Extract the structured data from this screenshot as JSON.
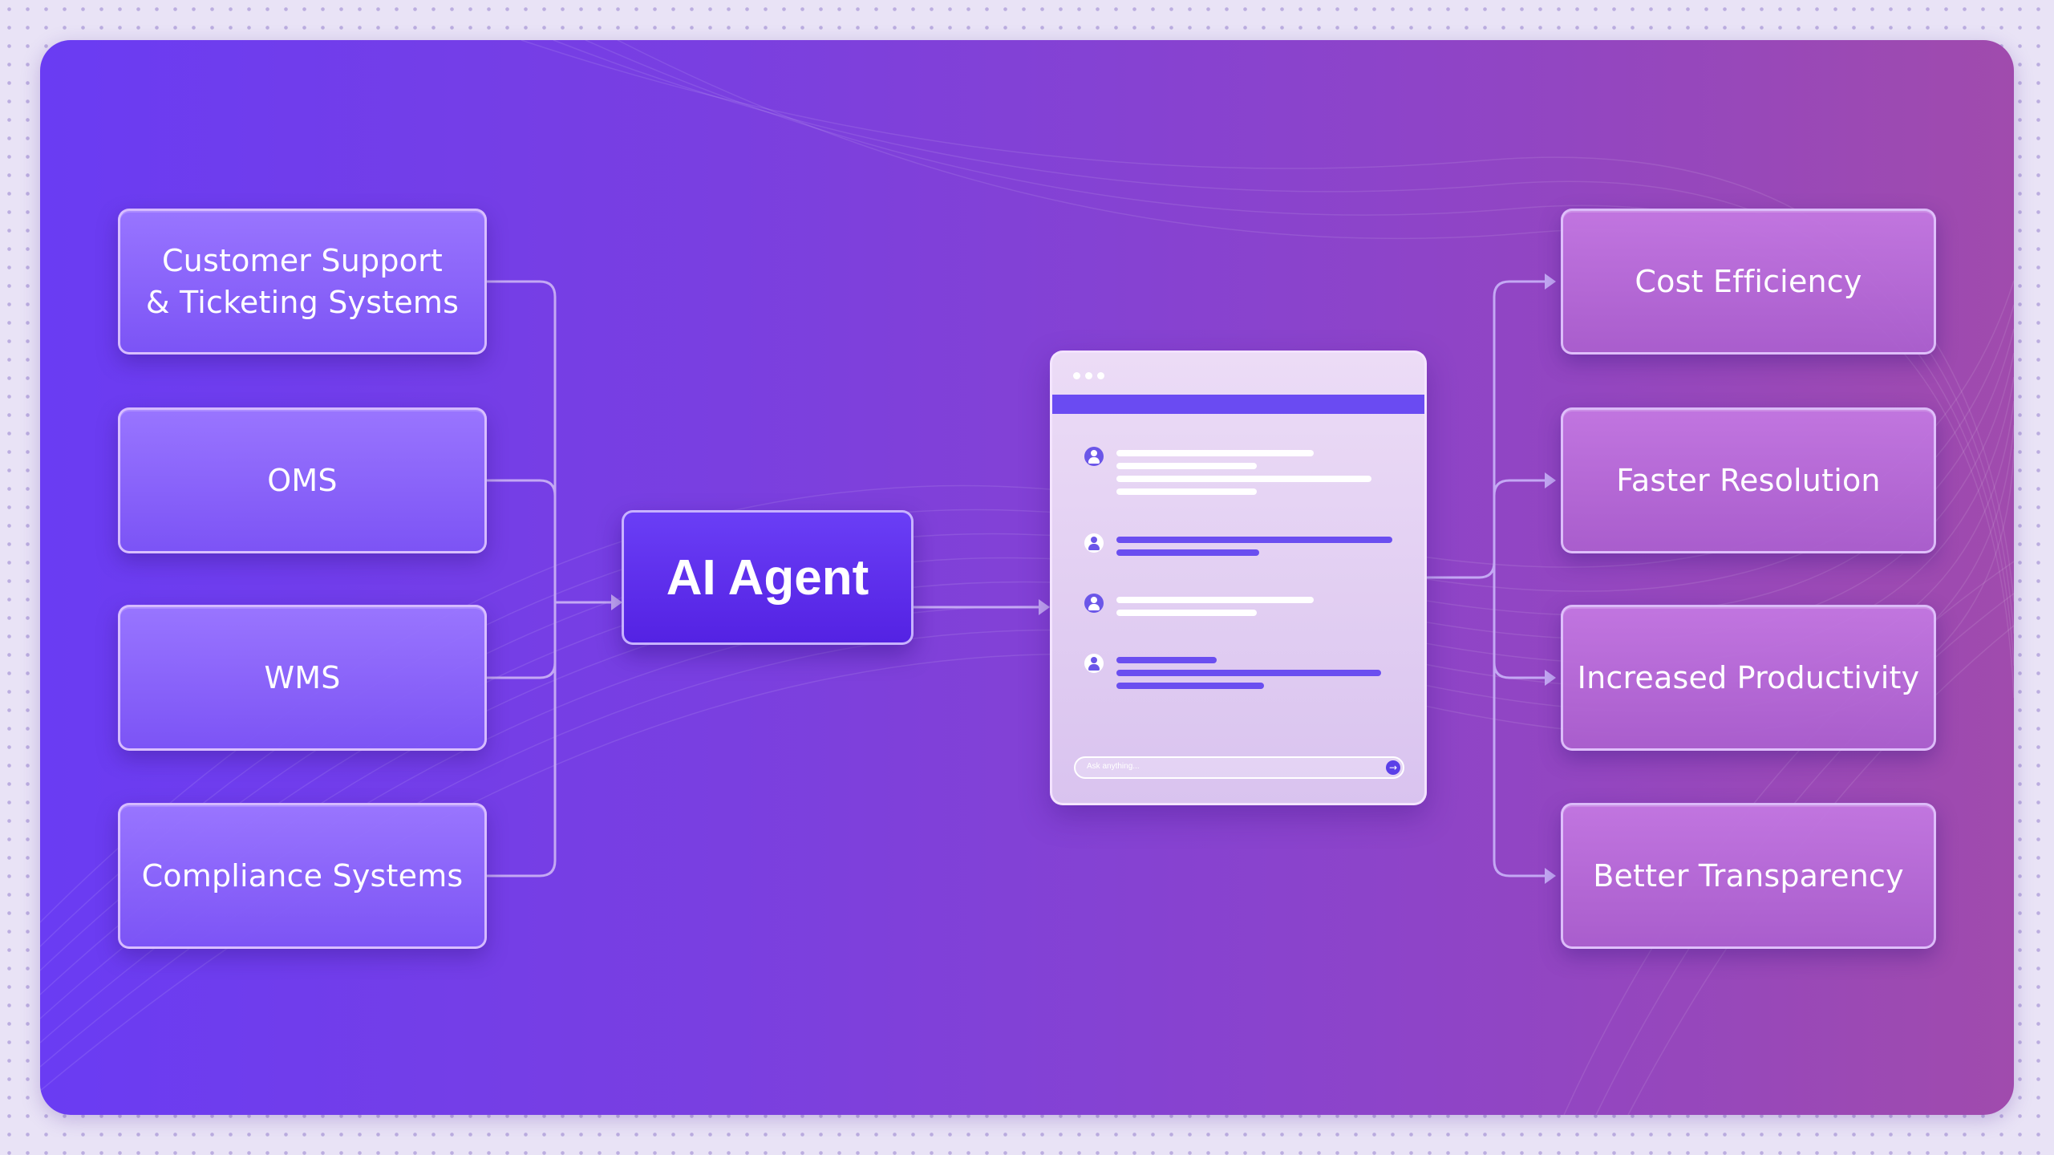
{
  "diagram": {
    "inputs": [
      {
        "id": "customer-support",
        "label_line1": "Customer Support",
        "label_line2": "& Ticketing Systems"
      },
      {
        "id": "oms",
        "label": "OMS"
      },
      {
        "id": "wms",
        "label": "WMS"
      },
      {
        "id": "compliance",
        "label": "Compliance Systems"
      }
    ],
    "hub": {
      "label": "AI Agent"
    },
    "chat_window": {
      "input_placeholder": "Ask anything...",
      "send_icon": "arrow-right-icon"
    },
    "outcomes": [
      {
        "id": "cost",
        "label": "Cost Efficiency"
      },
      {
        "id": "faster",
        "label": "Faster Resolution"
      },
      {
        "id": "productivity",
        "label": "Increased Productivity"
      },
      {
        "id": "transparency",
        "label": "Better Transparency"
      }
    ],
    "colors": {
      "background_start": "#6a3cf3",
      "background_end": "#a04bad",
      "connector": "#c4a8f4",
      "agent_fill": "#5a28e8",
      "chat_accent": "#6a4bf2"
    }
  }
}
